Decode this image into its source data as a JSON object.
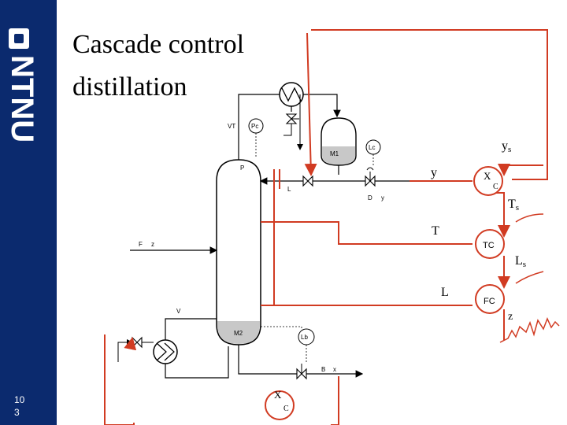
{
  "slide": {
    "title_line1": "Cascade control",
    "title_line2": "distillation",
    "page_number_line1": "10",
    "page_number_line2": "3",
    "logo_text": "NTNU"
  },
  "diagram": {
    "labels": {
      "ys_main": "y",
      "ys_sub": "s",
      "y": "y",
      "xc_x": "X",
      "xc_c": "C",
      "ts_main": "T",
      "ts_sub": "s",
      "t": "T",
      "tc": "TC",
      "ls_main": "L",
      "ls_sub": "s",
      "l": "L",
      "fc": "FC",
      "z": "z",
      "bottom_xc_x": "X",
      "bottom_xc_c": "C"
    },
    "small_labels": {
      "vt": "VT",
      "pc": "Pc",
      "m1": "M1",
      "lc": "Lc",
      "p": "P",
      "l_reflux": "L",
      "d": "D",
      "y_small": "y",
      "f": "F",
      "z_small": "z",
      "v": "V",
      "m2": "M2",
      "lb": "Lb",
      "b": "B",
      "x_small": "x"
    },
    "colors": {
      "control_line": "#d13b22",
      "process_line": "#000000",
      "bottom_liquid": "#c8c8c8"
    }
  }
}
